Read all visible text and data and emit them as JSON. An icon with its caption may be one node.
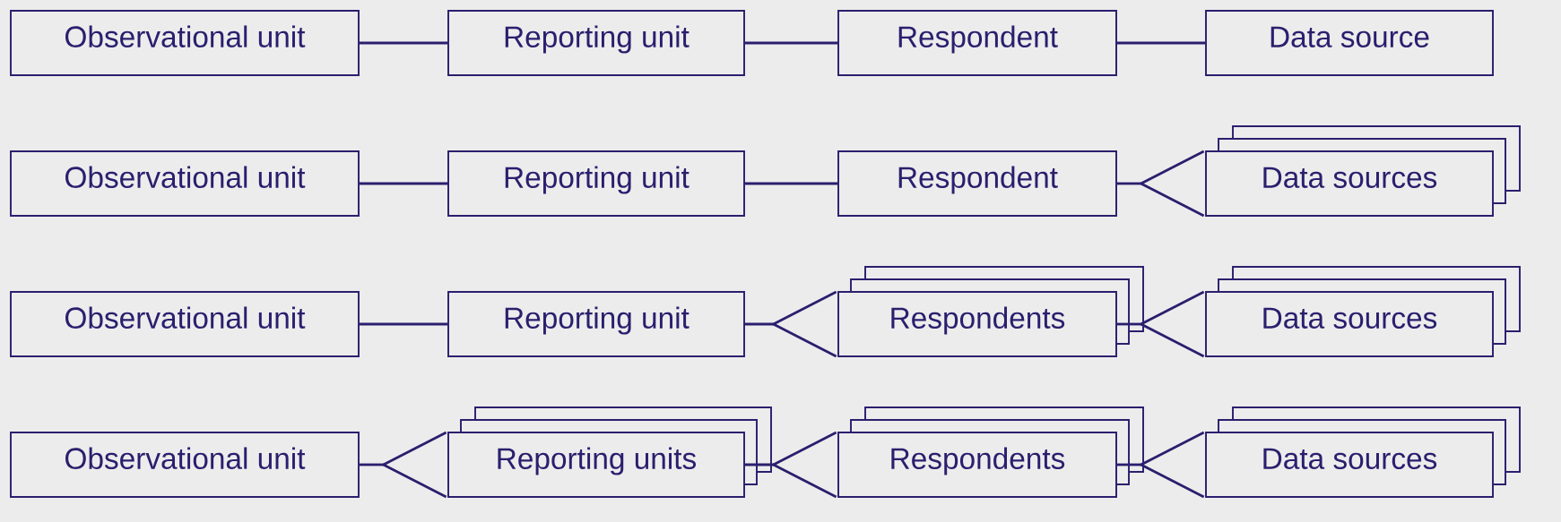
{
  "diagram": {
    "nodes": [
      {
        "text": [
          "Observational unit"
        ]
      },
      {
        "text": [
          "Reporting unit"
        ]
      },
      {
        "text": [
          "Respondent"
        ]
      },
      {
        "text": [
          "Data source"
        ]
      },
      {
        "text": [
          "Observational unit"
        ]
      },
      {
        "text": [
          "Reporting unit"
        ]
      },
      {
        "text": [
          "Respondent"
        ]
      },
      {
        "text": [
          "Data sources"
        ]
      },
      {
        "text": [
          "Observational unit"
        ]
      },
      {
        "text": [
          "Reporting unit"
        ]
      },
      {
        "text": [
          "Respondents"
        ]
      },
      {
        "text": [
          "Data sources"
        ]
      },
      {
        "text": [
          "Observational unit"
        ]
      },
      {
        "text": [
          "Reporting units"
        ]
      },
      {
        "text": [
          "Respondents"
        ]
      },
      {
        "text": [
          "Data sources"
        ]
      }
    ],
    "edges": [
      {
        "from": 0,
        "to": 1,
        "arrow": "none"
      },
      {
        "from": 1,
        "to": 2,
        "arrow": "none"
      },
      {
        "from": 2,
        "to": 3,
        "arrow": "none"
      },
      {
        "from": 4,
        "to": 5,
        "arrow": "none"
      },
      {
        "from": 5,
        "to": 6,
        "arrow": "none"
      },
      {
        "from": 6,
        "to": 7,
        "arrow": "other"
      },
      {
        "from": 8,
        "to": 9,
        "arrow": "none"
      },
      {
        "from": 9,
        "to": 10,
        "arrow": "other"
      },
      {
        "from": 10,
        "to": 11,
        "arrow": "other"
      },
      {
        "from": 12,
        "to": 13,
        "arrow": "other"
      },
      {
        "from": 13,
        "to": 14,
        "arrow": "other"
      },
      {
        "from": 14,
        "to": 15,
        "arrow": "other"
      }
    ]
  }
}
